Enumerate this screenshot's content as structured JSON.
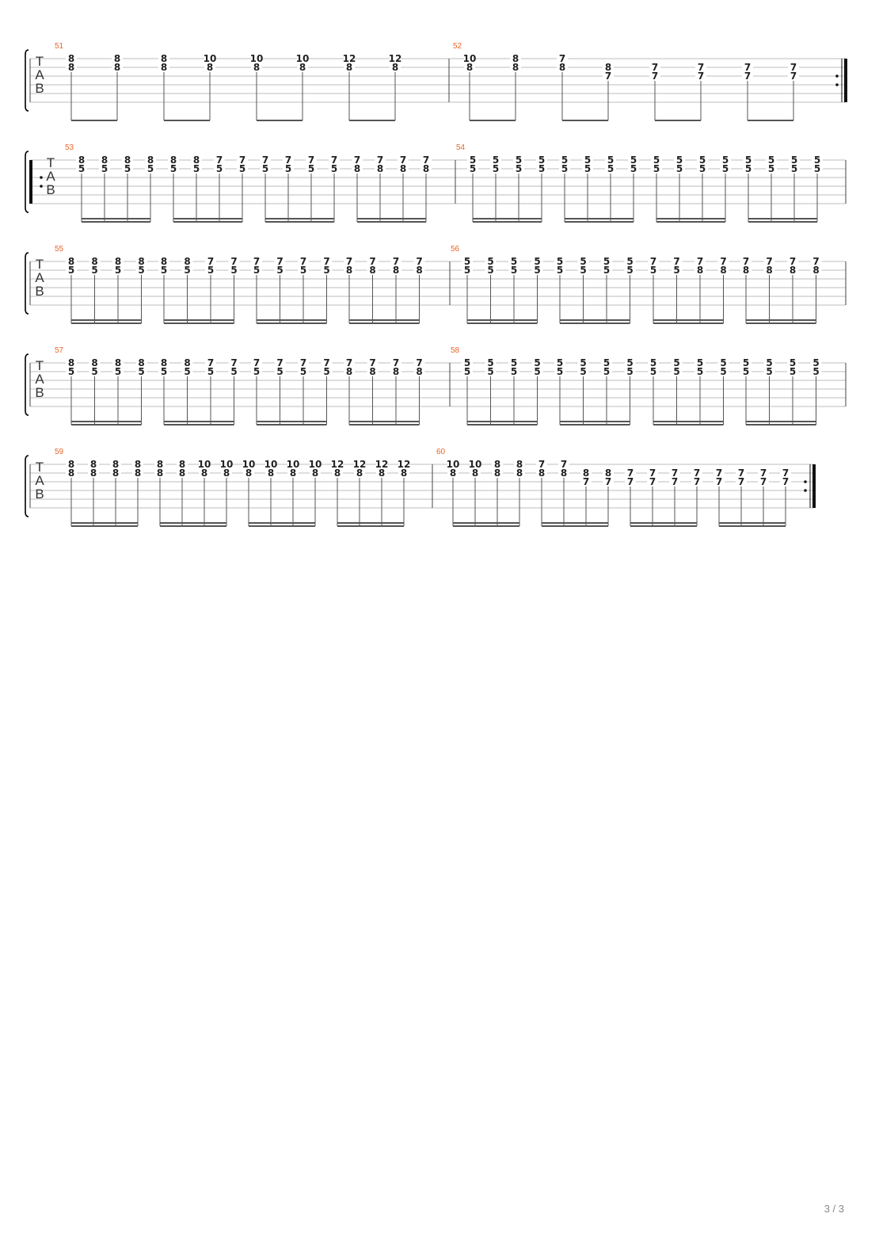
{
  "page": {
    "number": "3 / 3"
  },
  "tab_label": [
    "T",
    "A",
    "B"
  ],
  "systems": [
    {
      "measures": [
        {
          "number": "51",
          "rhythm": "eighth",
          "notes": [
            {
              "s1": "8",
              "s2": "8"
            },
            {
              "s1": "8",
              "s2": "8"
            },
            {
              "s1": "8",
              "s2": "8"
            },
            {
              "s1": "10",
              "s2": "8"
            },
            {
              "s1": "10",
              "s2": "8"
            },
            {
              "s1": "10",
              "s2": "8"
            },
            {
              "s1": "12",
              "s2": "8"
            },
            {
              "s1": "12",
              "s2": "8"
            }
          ]
        },
        {
          "number": "52",
          "rhythm": "eighth",
          "repeat_end": true,
          "notes": [
            {
              "s1": "10",
              "s2": "8"
            },
            {
              "s1": "8",
              "s2": "8"
            },
            {
              "s1": "7",
              "s2": "8"
            },
            {
              "s2": "8",
              "s3": "7"
            },
            {
              "s2": "7",
              "s3": "7"
            },
            {
              "s2": "7",
              "s3": "7"
            },
            {
              "s2": "7",
              "s3": "7"
            },
            {
              "s2": "7",
              "s3": "7"
            }
          ]
        }
      ]
    },
    {
      "repeat_start": true,
      "measures": [
        {
          "number": "53",
          "rhythm": "sixteenth",
          "notes": [
            {
              "s1": "8",
              "s2": "5"
            },
            {
              "s1": "8",
              "s2": "5"
            },
            {
              "s1": "8",
              "s2": "5"
            },
            {
              "s1": "8",
              "s2": "5"
            },
            {
              "s1": "8",
              "s2": "5"
            },
            {
              "s1": "8",
              "s2": "5"
            },
            {
              "s1": "7",
              "s2": "5"
            },
            {
              "s1": "7",
              "s2": "5"
            },
            {
              "s1": "7",
              "s2": "5"
            },
            {
              "s1": "7",
              "s2": "5"
            },
            {
              "s1": "7",
              "s2": "5"
            },
            {
              "s1": "7",
              "s2": "5"
            },
            {
              "s1": "7",
              "s2": "8"
            },
            {
              "s1": "7",
              "s2": "8"
            },
            {
              "s1": "7",
              "s2": "8"
            },
            {
              "s1": "7",
              "s2": "8"
            }
          ]
        },
        {
          "number": "54",
          "rhythm": "sixteenth",
          "notes": [
            {
              "s1": "5",
              "s2": "5"
            },
            {
              "s1": "5",
              "s2": "5"
            },
            {
              "s1": "5",
              "s2": "5"
            },
            {
              "s1": "5",
              "s2": "5"
            },
            {
              "s1": "5",
              "s2": "5"
            },
            {
              "s1": "5",
              "s2": "5"
            },
            {
              "s1": "5",
              "s2": "5"
            },
            {
              "s1": "5",
              "s2": "5"
            },
            {
              "s1": "5",
              "s2": "5"
            },
            {
              "s1": "5",
              "s2": "5"
            },
            {
              "s1": "5",
              "s2": "5"
            },
            {
              "s1": "5",
              "s2": "5"
            },
            {
              "s1": "5",
              "s2": "5"
            },
            {
              "s1": "5",
              "s2": "5"
            },
            {
              "s1": "5",
              "s2": "5"
            },
            {
              "s1": "5",
              "s2": "5"
            }
          ]
        }
      ]
    },
    {
      "measures": [
        {
          "number": "55",
          "rhythm": "sixteenth",
          "notes": [
            {
              "s1": "8",
              "s2": "5"
            },
            {
              "s1": "8",
              "s2": "5"
            },
            {
              "s1": "8",
              "s2": "5"
            },
            {
              "s1": "8",
              "s2": "5"
            },
            {
              "s1": "8",
              "s2": "5"
            },
            {
              "s1": "8",
              "s2": "5"
            },
            {
              "s1": "7",
              "s2": "5"
            },
            {
              "s1": "7",
              "s2": "5"
            },
            {
              "s1": "7",
              "s2": "5"
            },
            {
              "s1": "7",
              "s2": "5"
            },
            {
              "s1": "7",
              "s2": "5"
            },
            {
              "s1": "7",
              "s2": "5"
            },
            {
              "s1": "7",
              "s2": "8"
            },
            {
              "s1": "7",
              "s2": "8"
            },
            {
              "s1": "7",
              "s2": "8"
            },
            {
              "s1": "7",
              "s2": "8"
            }
          ]
        },
        {
          "number": "56",
          "rhythm": "sixteenth",
          "notes": [
            {
              "s1": "5",
              "s2": "5"
            },
            {
              "s1": "5",
              "s2": "5"
            },
            {
              "s1": "5",
              "s2": "5"
            },
            {
              "s1": "5",
              "s2": "5"
            },
            {
              "s1": "5",
              "s2": "5"
            },
            {
              "s1": "5",
              "s2": "5"
            },
            {
              "s1": "5",
              "s2": "5"
            },
            {
              "s1": "5",
              "s2": "5"
            },
            {
              "s1": "7",
              "s2": "5"
            },
            {
              "s1": "7",
              "s2": "5"
            },
            {
              "s1": "7",
              "s2": "8"
            },
            {
              "s1": "7",
              "s2": "8"
            },
            {
              "s1": "7",
              "s2": "8"
            },
            {
              "s1": "7",
              "s2": "8"
            },
            {
              "s1": "7",
              "s2": "8"
            },
            {
              "s1": "7",
              "s2": "8"
            }
          ]
        }
      ]
    },
    {
      "measures": [
        {
          "number": "57",
          "rhythm": "sixteenth",
          "notes": [
            {
              "s1": "8",
              "s2": "5"
            },
            {
              "s1": "8",
              "s2": "5"
            },
            {
              "s1": "8",
              "s2": "5"
            },
            {
              "s1": "8",
              "s2": "5"
            },
            {
              "s1": "8",
              "s2": "5"
            },
            {
              "s1": "8",
              "s2": "5"
            },
            {
              "s1": "7",
              "s2": "5"
            },
            {
              "s1": "7",
              "s2": "5"
            },
            {
              "s1": "7",
              "s2": "5"
            },
            {
              "s1": "7",
              "s2": "5"
            },
            {
              "s1": "7",
              "s2": "5"
            },
            {
              "s1": "7",
              "s2": "5"
            },
            {
              "s1": "7",
              "s2": "8"
            },
            {
              "s1": "7",
              "s2": "8"
            },
            {
              "s1": "7",
              "s2": "8"
            },
            {
              "s1": "7",
              "s2": "8"
            }
          ]
        },
        {
          "number": "58",
          "rhythm": "sixteenth",
          "notes": [
            {
              "s1": "5",
              "s2": "5"
            },
            {
              "s1": "5",
              "s2": "5"
            },
            {
              "s1": "5",
              "s2": "5"
            },
            {
              "s1": "5",
              "s2": "5"
            },
            {
              "s1": "5",
              "s2": "5"
            },
            {
              "s1": "5",
              "s2": "5"
            },
            {
              "s1": "5",
              "s2": "5"
            },
            {
              "s1": "5",
              "s2": "5"
            },
            {
              "s1": "5",
              "s2": "5"
            },
            {
              "s1": "5",
              "s2": "5"
            },
            {
              "s1": "5",
              "s2": "5"
            },
            {
              "s1": "5",
              "s2": "5"
            },
            {
              "s1": "5",
              "s2": "5"
            },
            {
              "s1": "5",
              "s2": "5"
            },
            {
              "s1": "5",
              "s2": "5"
            },
            {
              "s1": "5",
              "s2": "5"
            }
          ]
        }
      ]
    },
    {
      "measures": [
        {
          "number": "59",
          "rhythm": "sixteenth",
          "notes": [
            {
              "s1": "8",
              "s2": "8"
            },
            {
              "s1": "8",
              "s2": "8"
            },
            {
              "s1": "8",
              "s2": "8"
            },
            {
              "s1": "8",
              "s2": "8"
            },
            {
              "s1": "8",
              "s2": "8"
            },
            {
              "s1": "8",
              "s2": "8"
            },
            {
              "s1": "10",
              "s2": "8"
            },
            {
              "s1": "10",
              "s2": "8"
            },
            {
              "s1": "10",
              "s2": "8"
            },
            {
              "s1": "10",
              "s2": "8"
            },
            {
              "s1": "10",
              "s2": "8"
            },
            {
              "s1": "10",
              "s2": "8"
            },
            {
              "s1": "12",
              "s2": "8"
            },
            {
              "s1": "12",
              "s2": "8"
            },
            {
              "s1": "12",
              "s2": "8"
            },
            {
              "s1": "12",
              "s2": "8"
            }
          ]
        },
        {
          "number": "60",
          "rhythm": "sixteenth",
          "repeat_end": true,
          "notes": [
            {
              "s1": "10",
              "s2": "8"
            },
            {
              "s1": "10",
              "s2": "8"
            },
            {
              "s1": "8",
              "s2": "8"
            },
            {
              "s1": "8",
              "s2": "8"
            },
            {
              "s1": "7",
              "s2": "8"
            },
            {
              "s1": "7",
              "s2": "8"
            },
            {
              "s2": "8",
              "s3": "7"
            },
            {
              "s2": "8",
              "s3": "7"
            },
            {
              "s2": "7",
              "s3": "7"
            },
            {
              "s2": "7",
              "s3": "7"
            },
            {
              "s2": "7",
              "s3": "7"
            },
            {
              "s2": "7",
              "s3": "7"
            },
            {
              "s2": "7",
              "s3": "7"
            },
            {
              "s2": "7",
              "s3": "7"
            },
            {
              "s2": "7",
              "s3": "7"
            },
            {
              "s2": "7",
              "s3": "7"
            }
          ]
        }
      ]
    }
  ]
}
